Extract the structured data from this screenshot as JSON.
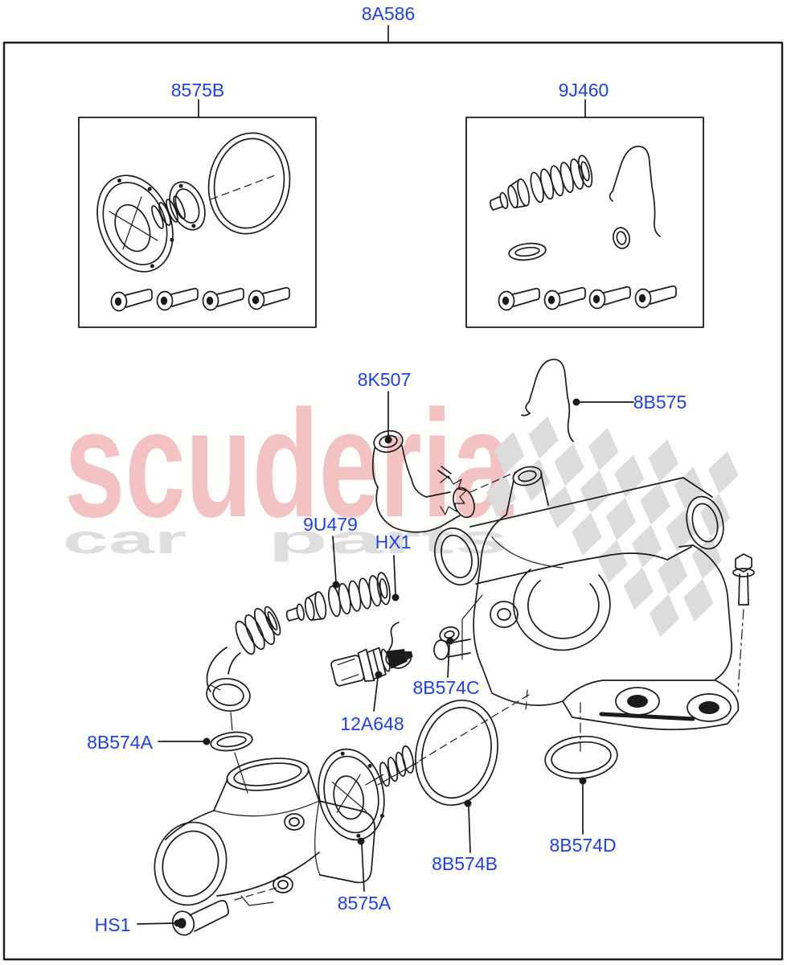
{
  "diagram": {
    "assembly_label": "8A586",
    "labels": {
      "assembly": "8A586",
      "kit_left": "8575B",
      "kit_right": "9J460",
      "sensor_elbow": "8K507",
      "clip_large": "8B575",
      "valve": "9U479",
      "clip_small": "HX1",
      "oring_c": "8B574C",
      "temp_sensor": "12A648",
      "oring_a": "8B574A",
      "thermostat": "8575A",
      "gasket_b": "8B574B",
      "oring_d": "8B574D",
      "bolt_hs1": "HS1"
    },
    "watermark": {
      "brand": "scuderia",
      "tagline_left": "car",
      "tagline_right": "parts"
    },
    "colors": {
      "label_blue": "#2240e0",
      "line_ink": "#1b1b1b",
      "watermark_pink": "#f3c2c2",
      "watermark_gray": "#dedede",
      "checker_gray": "#dcdcdc",
      "background": "#ffffff"
    }
  }
}
